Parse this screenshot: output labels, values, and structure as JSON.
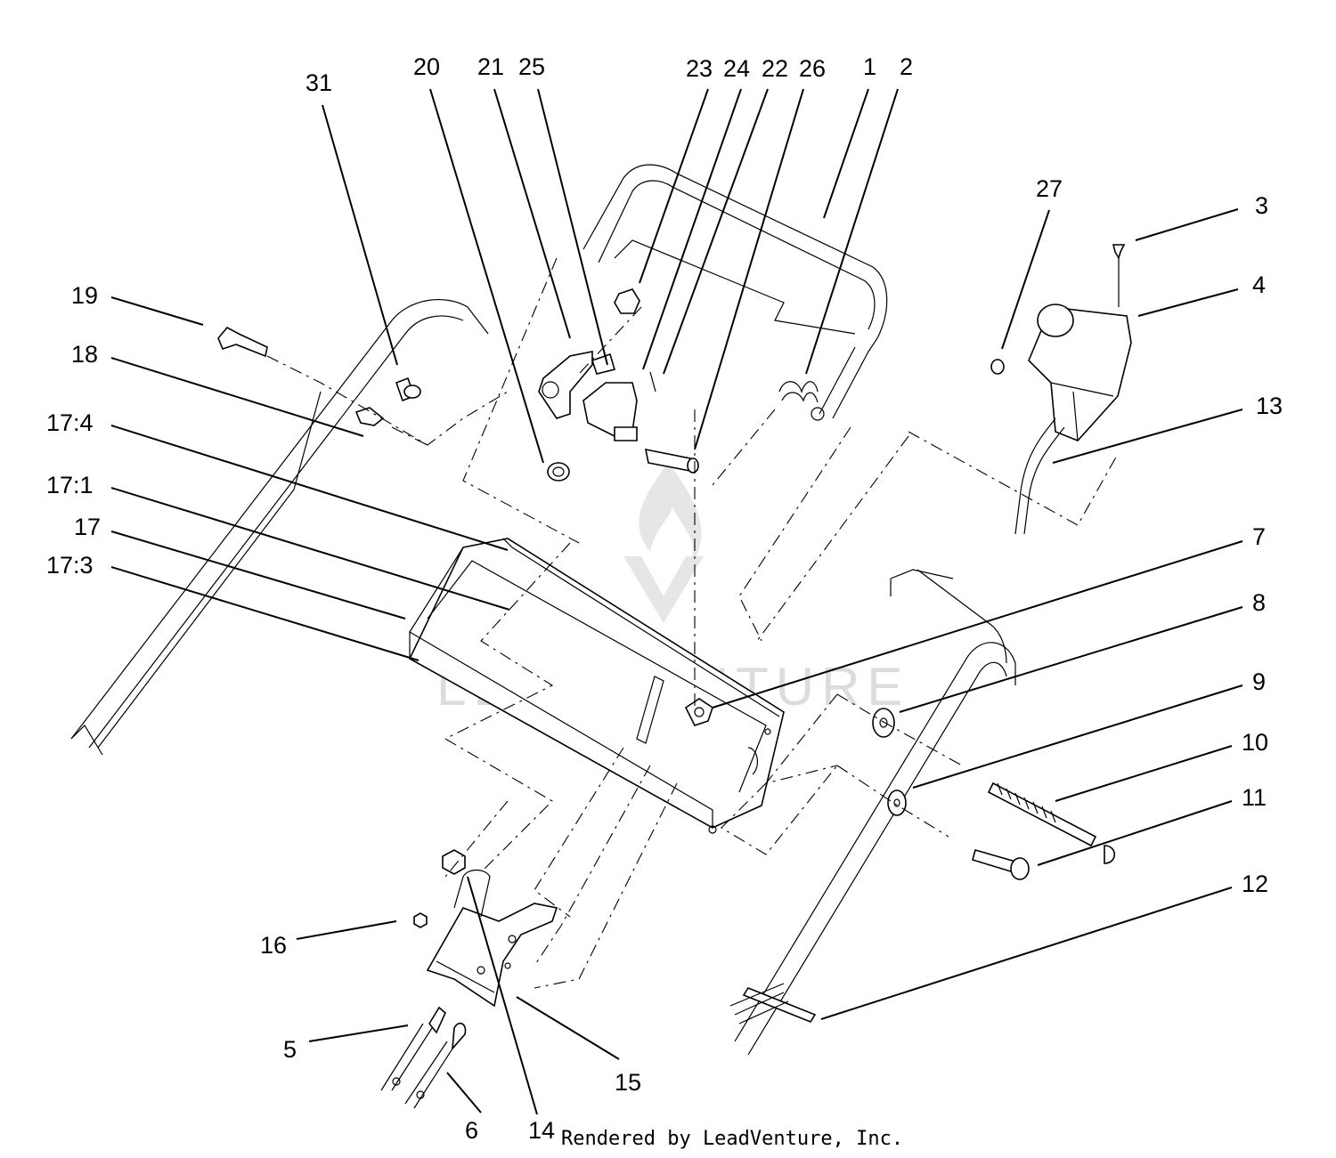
{
  "diagram": {
    "callouts": [
      {
        "id": "c31",
        "text": "31"
      },
      {
        "id": "c20",
        "text": "20"
      },
      {
        "id": "c21",
        "text": "21"
      },
      {
        "id": "c25",
        "text": "25"
      },
      {
        "id": "c23",
        "text": "23"
      },
      {
        "id": "c24",
        "text": "24"
      },
      {
        "id": "c22",
        "text": "22"
      },
      {
        "id": "c26",
        "text": "26"
      },
      {
        "id": "c1",
        "text": "1"
      },
      {
        "id": "c2",
        "text": "2"
      },
      {
        "id": "c27",
        "text": "27"
      },
      {
        "id": "c3",
        "text": "3"
      },
      {
        "id": "c4",
        "text": "4"
      },
      {
        "id": "c13",
        "text": "13"
      },
      {
        "id": "c19",
        "text": "19"
      },
      {
        "id": "c18",
        "text": "18"
      },
      {
        "id": "c17_4",
        "text": "17:4"
      },
      {
        "id": "c17_1",
        "text": "17:1"
      },
      {
        "id": "c17",
        "text": "17"
      },
      {
        "id": "c17_3",
        "text": "17:3"
      },
      {
        "id": "c7",
        "text": "7"
      },
      {
        "id": "c8",
        "text": "8"
      },
      {
        "id": "c9",
        "text": "9"
      },
      {
        "id": "c10",
        "text": "10"
      },
      {
        "id": "c11",
        "text": "11"
      },
      {
        "id": "c12",
        "text": "12"
      },
      {
        "id": "c16",
        "text": "16"
      },
      {
        "id": "c5",
        "text": "5"
      },
      {
        "id": "c6",
        "text": "6"
      },
      {
        "id": "c14",
        "text": "14"
      },
      {
        "id": "c15",
        "text": "15"
      }
    ],
    "watermark": "LEADVENTURE",
    "credit": "Rendered by LeadVenture, Inc."
  }
}
